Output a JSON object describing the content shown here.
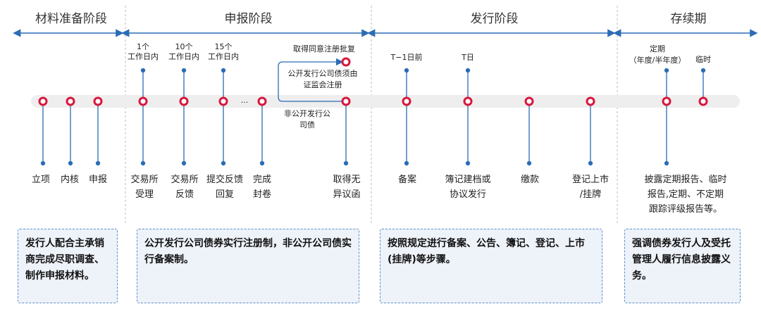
{
  "stages": [
    {
      "title": "材料准备阶段"
    },
    {
      "title": "申报阶段"
    },
    {
      "title": "发行阶段"
    },
    {
      "title": "存续期"
    }
  ],
  "nodes": {
    "lixiang": "立项",
    "neihe": "内核",
    "shenbao": "申报",
    "jys_shouli": [
      "交易所",
      "受理"
    ],
    "jys_fankui": [
      "交易所",
      "反馈"
    ],
    "tijiao_fankui": [
      "提交反馈",
      "回复"
    ],
    "wancheng": [
      "完成",
      "封卷"
    ],
    "quwuyi": [
      "取得无",
      "异议函"
    ],
    "beian": "备案",
    "buji": [
      "簿记建档或",
      "协议发行"
    ],
    "jiaokuan": "缴款",
    "dengji": [
      "登记上市",
      "/挂牌"
    ],
    "pilu": [
      "披露定期报告、临时",
      "报告,定期、不定期",
      "跟踪评级报告等。"
    ]
  },
  "top_labels": {
    "t1": [
      "1个",
      "工作日内"
    ],
    "t10": [
      "10个",
      "工作日内"
    ],
    "t15": [
      "15个",
      "工作日内"
    ],
    "ellipsis": "...",
    "approval": "取得同意注册批复",
    "public_reg": [
      "公开发行公司债须由",
      "证监会注册"
    ],
    "nonpublic": [
      "非公开发行公",
      "司债"
    ],
    "t1_before": "T−1日前",
    "t_day": "T日",
    "periodic": [
      "定期",
      "（年度/半年度）"
    ],
    "temporary": "临时"
  },
  "descriptions": [
    "发行人配合主承销商完成尽职调查、制作申报材料。",
    "公开发行公司债券实行注册制，非公开公司债实行备案制。",
    "按照规定进行备案、公告、簿记、登记、上市(挂牌)等步骤。",
    "强调债券发行人及受托管理人履行信息披露义务。"
  ],
  "colors": {
    "timeline_bar": "#eeeeee",
    "node_ring": "#d9163b",
    "connector": "#2a6cb5",
    "stage_arrow": "#2a6cb5",
    "desc_border": "#5b8fd0",
    "desc_fill": "#eef2f9"
  }
}
